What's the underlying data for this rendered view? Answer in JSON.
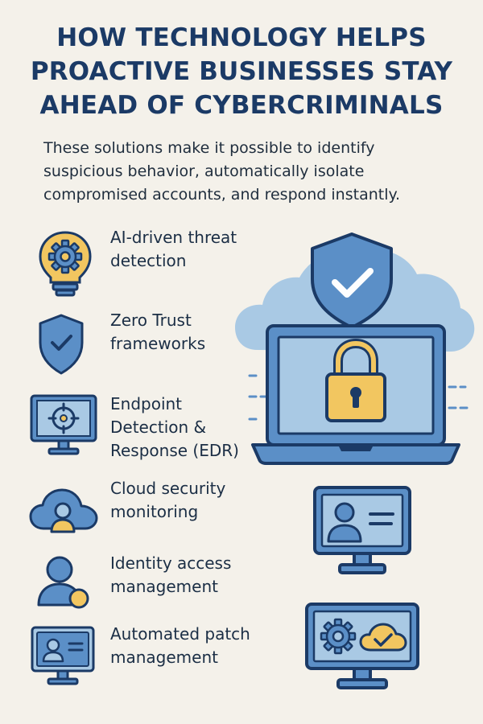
{
  "title": {
    "line1": "HOW TECHNOLOGY HELPS",
    "line2": "PROACTIVE BUSINESSES STAY",
    "line3": "AHEAD OF CYBERCRIMINALS"
  },
  "intro": {
    "line1": "These solutions make it possible to identify",
    "line2": "suspicious behavior, automatically isolate",
    "line3": "compromised accounts, and respond instantly."
  },
  "features": [
    {
      "icon": "lightbulb-gear-icon",
      "lines": [
        "AI-driven threat",
        "detection"
      ]
    },
    {
      "icon": "shield-check-icon",
      "lines": [
        "Zero Trust",
        "frameworks"
      ]
    },
    {
      "icon": "monitor-target-icon",
      "lines": [
        "Endpoint",
        "Detection &",
        "Response (EDR)"
      ]
    },
    {
      "icon": "cloud-user-icon",
      "lines": [
        "Cloud security",
        "monitoring"
      ]
    },
    {
      "icon": "user-badge-icon",
      "lines": [
        "Identity access",
        "management"
      ]
    },
    {
      "icon": "id-card-monitor-icon",
      "lines": [
        "Automated patch",
        "management"
      ]
    }
  ],
  "colors": {
    "background": "#f4f1ea",
    "navy": "#1b3a66",
    "blue": "#5b8fc7",
    "light_blue": "#a9c9e4",
    "yellow": "#f2c660"
  }
}
